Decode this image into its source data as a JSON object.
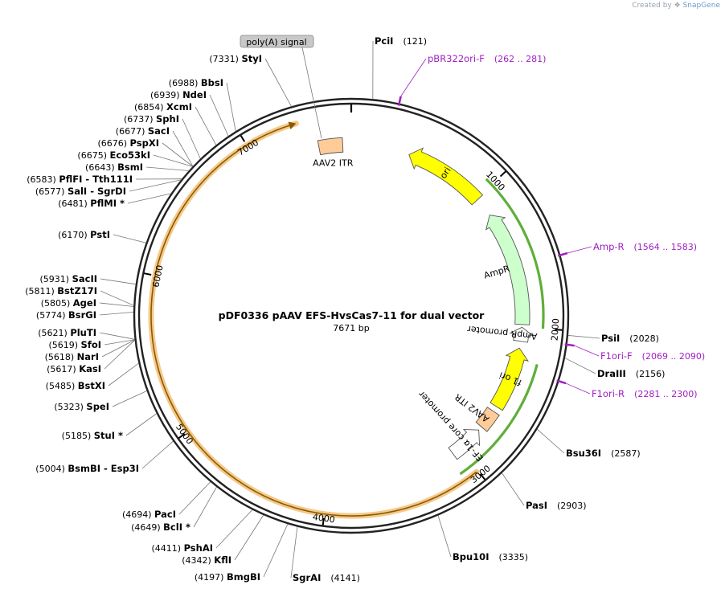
{
  "credit": {
    "prefix": "Created by",
    "brand": "SnapGene"
  },
  "plasmid": {
    "name": "pDF0336 pAAV EFS-HvsCas7-11 for dual vector",
    "length_label": "7671 bp",
    "total_bp": 7671
  },
  "colors": {
    "backbone": "#222222",
    "insert_highlight": "#f5c98a",
    "insert_line": "#8a5a00",
    "ori": "#ffff00",
    "ampr": "#ccffcc",
    "promoter": "#ffffff",
    "itr": "#ffcc99",
    "polyA_tag": "#c8c8c8",
    "primer": "#a020c0",
    "green_band": "#5fae3a",
    "site": "#000000"
  },
  "ticks": [
    {
      "bp": 1000,
      "label": "1000"
    },
    {
      "bp": 2000,
      "label": "2000"
    },
    {
      "bp": 3000,
      "label": "3000"
    },
    {
      "bp": 4000,
      "label": "4000"
    },
    {
      "bp": 5000,
      "label": "5000"
    },
    {
      "bp": 6000,
      "label": "6000"
    },
    {
      "bp": 7000,
      "label": "7000"
    }
  ],
  "features": [
    {
      "name": "ori",
      "type": "arrow",
      "start": 420,
      "end": 1010,
      "dir": -1,
      "color": "#ffff00",
      "label": "ori"
    },
    {
      "name": "AmpR",
      "type": "arrow",
      "start": 1150,
      "end": 1980,
      "dir": -1,
      "color": "#ccffcc",
      "label": "AmpR"
    },
    {
      "name": "AmpR promoter",
      "type": "arrow",
      "start": 2000,
      "end": 2100,
      "dir": -1,
      "color": "#ffffff",
      "label": "AmpR promoter"
    },
    {
      "name": "f1 ori",
      "type": "arrow",
      "start": 2150,
      "end": 2600,
      "dir": -1,
      "color": "#ffff00",
      "label": "f1 ori"
    },
    {
      "name": "AAV2 ITR right",
      "type": "box",
      "start": 2640,
      "end": 2780,
      "color": "#ffcc99",
      "label": "AAV2 ITR"
    },
    {
      "name": "EF-1a core promoter",
      "type": "arrow",
      "start": 2810,
      "end": 3060,
      "dir": -1,
      "color": "#ffffff",
      "label": "EF-1α core promoter"
    },
    {
      "name": "AAV2 ITR left",
      "type": "box",
      "start": 7440,
      "end": 7610,
      "color": "#ffcc99",
      "label": "AAV2 ITR"
    }
  ],
  "insert": {
    "start": 3010,
    "end": 7330,
    "label": ""
  },
  "green_bands": [
    {
      "start": 950,
      "end": 2000
    },
    {
      "start": 2230,
      "end": 3100
    }
  ],
  "polyA": {
    "label": "poly(A) signal"
  },
  "sites_right": [
    {
      "name": "PciI",
      "pos": "(121)",
      "bp": 121
    },
    {
      "name": "PsiI",
      "pos": "(2028)",
      "bp": 2028
    },
    {
      "name": "DraIII",
      "pos": "(2156)",
      "bp": 2156
    },
    {
      "name": "Bsu36I",
      "pos": "(2587)",
      "bp": 2587
    },
    {
      "name": "PasI",
      "pos": "(2903)",
      "bp": 2903
    },
    {
      "name": "Bpu10I",
      "pos": "(3335)",
      "bp": 3335
    },
    {
      "name": "SgrAI",
      "pos": "(4141)",
      "bp": 4141
    }
  ],
  "sites_left": [
    {
      "name": "StyI",
      "pos": "(7331)",
      "bp": 7331
    },
    {
      "name": "BbsI",
      "pos": "(6988)",
      "bp": 6988
    },
    {
      "name": "NdeI",
      "pos": "(6939)",
      "bp": 6939
    },
    {
      "name": "XcmI",
      "pos": "(6854)",
      "bp": 6854
    },
    {
      "name": "SphI",
      "pos": "(6737)",
      "bp": 6737
    },
    {
      "name": "SacI",
      "pos": "(6677)",
      "bp": 6677
    },
    {
      "name": "PspXI",
      "pos": "(6676)",
      "bp": 6676
    },
    {
      "name": "Eco53kI",
      "pos": "(6675)",
      "bp": 6675
    },
    {
      "name": "BsmI",
      "pos": "(6643)",
      "bp": 6643
    },
    {
      "name": "PflFI  -  Tth111I",
      "pos": "(6583)",
      "bp": 6583
    },
    {
      "name": "SalI  -  SgrDI",
      "pos": "(6577)",
      "bp": 6577
    },
    {
      "name": "PflMI *",
      "pos": "(6481)",
      "bp": 6481
    },
    {
      "name": "PstI",
      "pos": "(6170)",
      "bp": 6170
    },
    {
      "name": "SacII",
      "pos": "(5931)",
      "bp": 5931
    },
    {
      "name": "BstZ17I",
      "pos": "(5811)",
      "bp": 5811
    },
    {
      "name": "AgeI",
      "pos": "(5805)",
      "bp": 5805
    },
    {
      "name": "BsrGI",
      "pos": "(5774)",
      "bp": 5774
    },
    {
      "name": "PluTI",
      "pos": "(5621)",
      "bp": 5621
    },
    {
      "name": "SfoI",
      "pos": "(5619)",
      "bp": 5619
    },
    {
      "name": "NarI",
      "pos": "(5618)",
      "bp": 5618
    },
    {
      "name": "KasI",
      "pos": "(5617)",
      "bp": 5617
    },
    {
      "name": "BstXI",
      "pos": "(5485)",
      "bp": 5485
    },
    {
      "name": "SpeI",
      "pos": "(5323)",
      "bp": 5323
    },
    {
      "name": "StuI *",
      "pos": "(5185)",
      "bp": 5185
    },
    {
      "name": "BsmBI  -  Esp3I",
      "pos": "(5004)",
      "bp": 5004
    },
    {
      "name": "PacI",
      "pos": "(4694)",
      "bp": 4694
    },
    {
      "name": "BclI *",
      "pos": "(4649)",
      "bp": 4649
    },
    {
      "name": "PshAI",
      "pos": "(4411)",
      "bp": 4411
    },
    {
      "name": "KflI",
      "pos": "(4342)",
      "bp": 4342
    },
    {
      "name": "BmgBI",
      "pos": "(4197)",
      "bp": 4197
    }
  ],
  "primers": [
    {
      "name": "pBR322ori-F",
      "range": "(262 .. 281)",
      "bp": 271
    },
    {
      "name": "Amp-R",
      "range": "(1564 .. 1583)",
      "bp": 1573
    },
    {
      "name": "F1ori-F",
      "range": "(2069 .. 2090)",
      "bp": 2080
    },
    {
      "name": "F1ori-R",
      "range": "(2281 .. 2300)",
      "bp": 2290
    }
  ]
}
